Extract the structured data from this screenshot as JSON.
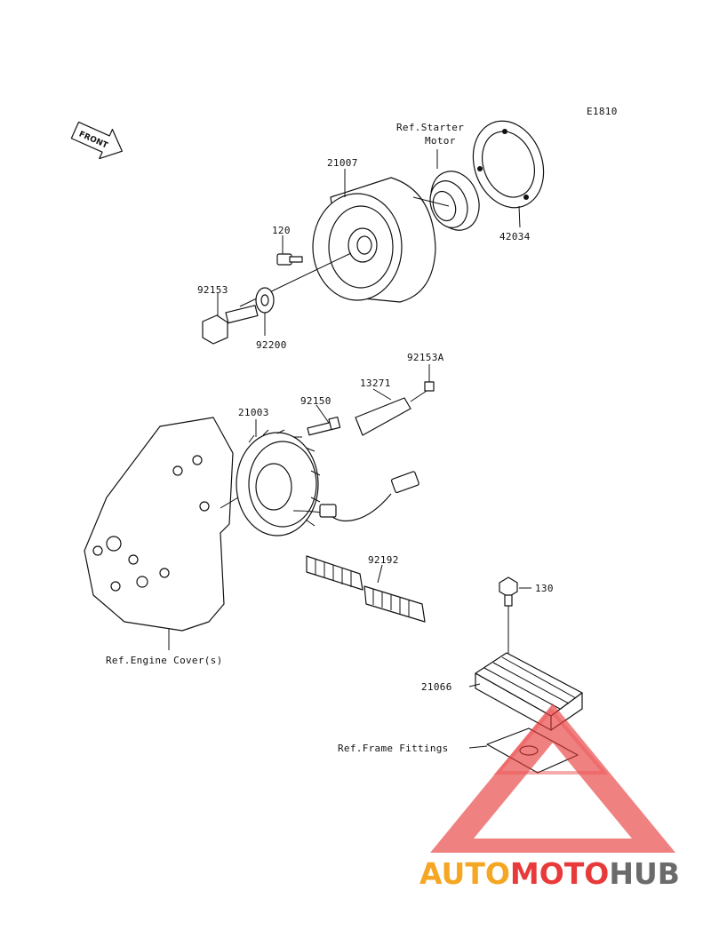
{
  "diagram_code": "E1810",
  "labels": {
    "ref_starter_motor_line1": "Ref.Starter",
    "ref_starter_motor_line2": "Motor",
    "p21007": "21007",
    "p42034": "42034",
    "p120": "120",
    "p92153": "92153",
    "p92200": "92200",
    "p92153A": "92153A",
    "p13271": "13271",
    "p92150": "92150",
    "p21003": "21003",
    "p92192": "92192",
    "p130": "130",
    "p21066": "21066",
    "ref_engine_cover": "Ref.Engine Cover(s)",
    "ref_frame_fittings": "Ref.Frame Fittings"
  },
  "front_arrow": {
    "text": "FRONT"
  },
  "watermark": {
    "part1": "AUTO",
    "part2": "MOTO",
    "part3": "HUB",
    "color_orange": "#f5a623",
    "color_red": "#e83a3a",
    "color_gray": "#6b6b6b"
  }
}
